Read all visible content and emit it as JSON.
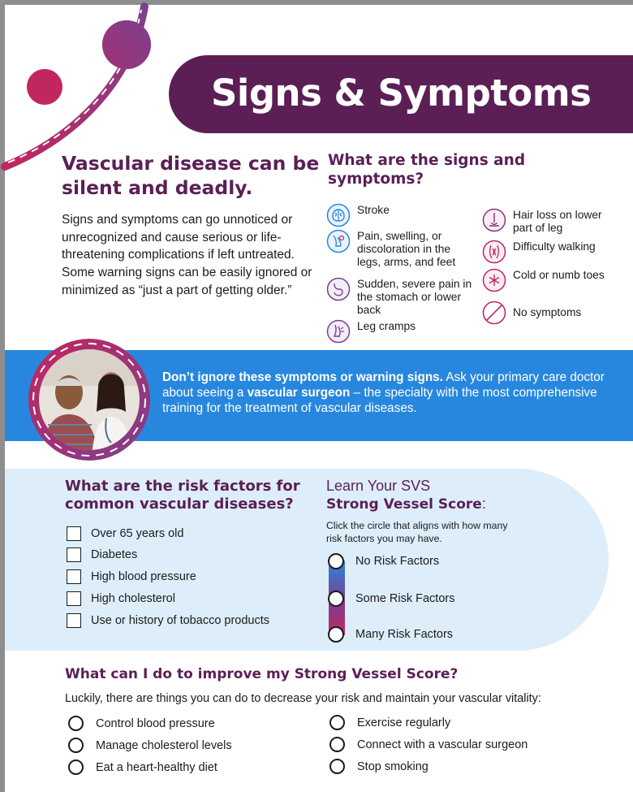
{
  "colors": {
    "brand_purple": "#5b1f55",
    "accent_blue": "#2787de",
    "accent_pink": "#c2265f",
    "panel_light_blue": "#ddeefa"
  },
  "title": "Signs & Symptoms",
  "intro": {
    "heading": "Vascular disease can be silent and deadly.",
    "body": "Signs and symptoms can go unnoticed or unrecognized and cause serious or life-threatening complications if left untreated. Some warning signs can be easily ignored or minimized as “just a part of getting older.”"
  },
  "signs": {
    "heading": "What are the signs and symptoms?",
    "items": [
      {
        "label": "Stroke",
        "icon": "brain-icon"
      },
      {
        "label": "Pain, swelling, or discoloration in the legs, arms, and feet",
        "icon": "swollen-leg-icon"
      },
      {
        "label": "Sudden, severe pain in the stomach or lower back",
        "icon": "stomach-icon"
      },
      {
        "label": "Leg cramps",
        "icon": "leg-cramp-icon"
      },
      {
        "label": "Hair loss on lower part of leg",
        "icon": "hair-follicle-icon"
      },
      {
        "label": "Difficulty walking",
        "icon": "muscle-icon"
      },
      {
        "label": "Cold or numb toes",
        "icon": "snowflake-icon"
      },
      {
        "label": "No symptoms",
        "icon": "no-symbol-icon"
      }
    ]
  },
  "callout": {
    "bold_lead": "Don’t ignore these symptoms or warning signs.",
    "text_1": " Ask your primary care doctor about seeing a ",
    "bold_term": "vascular surgeon",
    "text_2": " – the specialty with the most comprehensive training for the treatment of vascular diseases."
  },
  "risk_factors": {
    "heading": "What are the risk factors for common vascular diseases?",
    "items": [
      "Over 65 years old",
      "Diabetes",
      "High blood pressure",
      "High cholesterol",
      "Use or history of tobacco products"
    ]
  },
  "svs": {
    "line1": "Learn Your SVS",
    "bold": "Strong Vessel Score",
    "colon": ":",
    "description": "Click the circle that aligns with how many risk factors you may have.",
    "options": [
      "No Risk Factors",
      "Some Risk Factors",
      "Many Risk Factors"
    ]
  },
  "improve": {
    "heading": "What can I do to improve my Strong Vessel Score?",
    "intro": "Luckily, there are things you can do to decrease your risk and maintain your vascular vitality:",
    "left": [
      "Control blood pressure",
      "Manage cholesterol levels",
      "Eat a heart-healthy diet"
    ],
    "right": [
      "Exercise regularly",
      "Connect with a vascular surgeon",
      "Stop smoking"
    ]
  }
}
